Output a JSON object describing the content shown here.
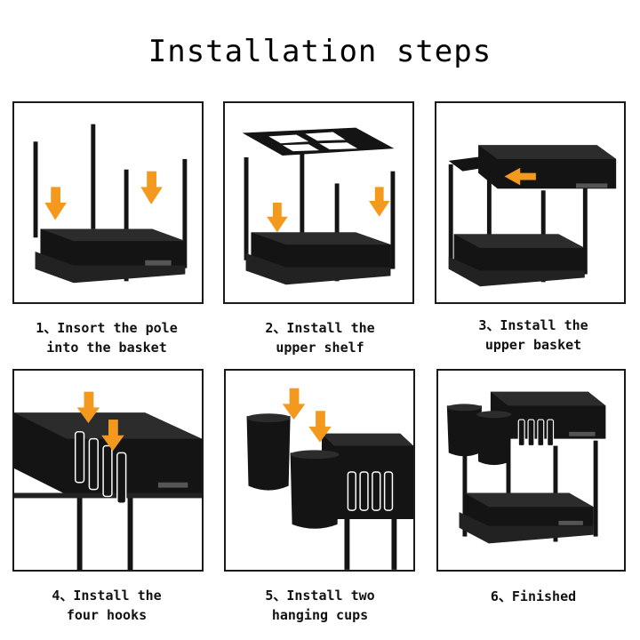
{
  "title": "Installation steps",
  "colors": {
    "arrow": "#F39A1E",
    "product": "#141414",
    "border": "#1a1a1a"
  },
  "steps": [
    {
      "line1": "1、Insort the pole",
      "line2": "into the basket"
    },
    {
      "line1": "2、Install the",
      "line2": "upper shelf"
    },
    {
      "line1": "3、Install the",
      "line2": "upper basket"
    },
    {
      "line1": "4、Install the",
      "line2": "four hooks"
    },
    {
      "line1": "5、Install two",
      "line2": "hanging cups"
    },
    {
      "line1": "6、Finished",
      "line2": ""
    }
  ]
}
